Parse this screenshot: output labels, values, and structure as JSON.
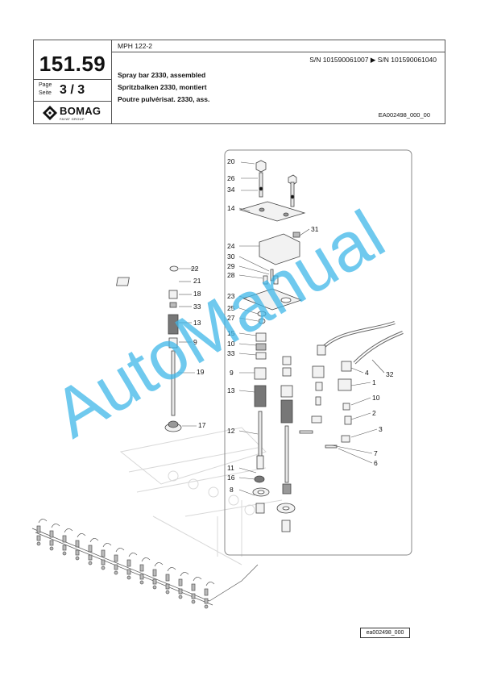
{
  "header": {
    "page_number": "151.59",
    "page_label": "Page",
    "seite_label": "Seite",
    "page_of": "3 / 3",
    "model": "MPH 122-2",
    "serial_range": "S/N 101590061007  ▶  S/N 101590061040",
    "titles": [
      "Spray bar 2330, assembled",
      "Spritzbalken 2330, montiert",
      "Poutre pulvérisat. 2330, ass."
    ],
    "drawing_code": "EA002498_000_00",
    "logo_text": "BOMAG",
    "logo_subtext": "FAYAT GROUP"
  },
  "watermark": "AutoManual",
  "footer_code": "ea002498_000",
  "callouts": {
    "left": [
      "22",
      "21",
      "18",
      "33",
      "13",
      "9",
      "19",
      "17"
    ],
    "center": [
      "20",
      "26",
      "34",
      "14",
      "24",
      "30",
      "29",
      "28",
      "23",
      "25",
      "27",
      "15",
      "10",
      "33",
      "9",
      "13",
      "12",
      "11",
      "16",
      "8",
      "31"
    ],
    "right": [
      "4",
      "32",
      "1",
      "10",
      "2",
      "3",
      "7",
      "6"
    ]
  }
}
